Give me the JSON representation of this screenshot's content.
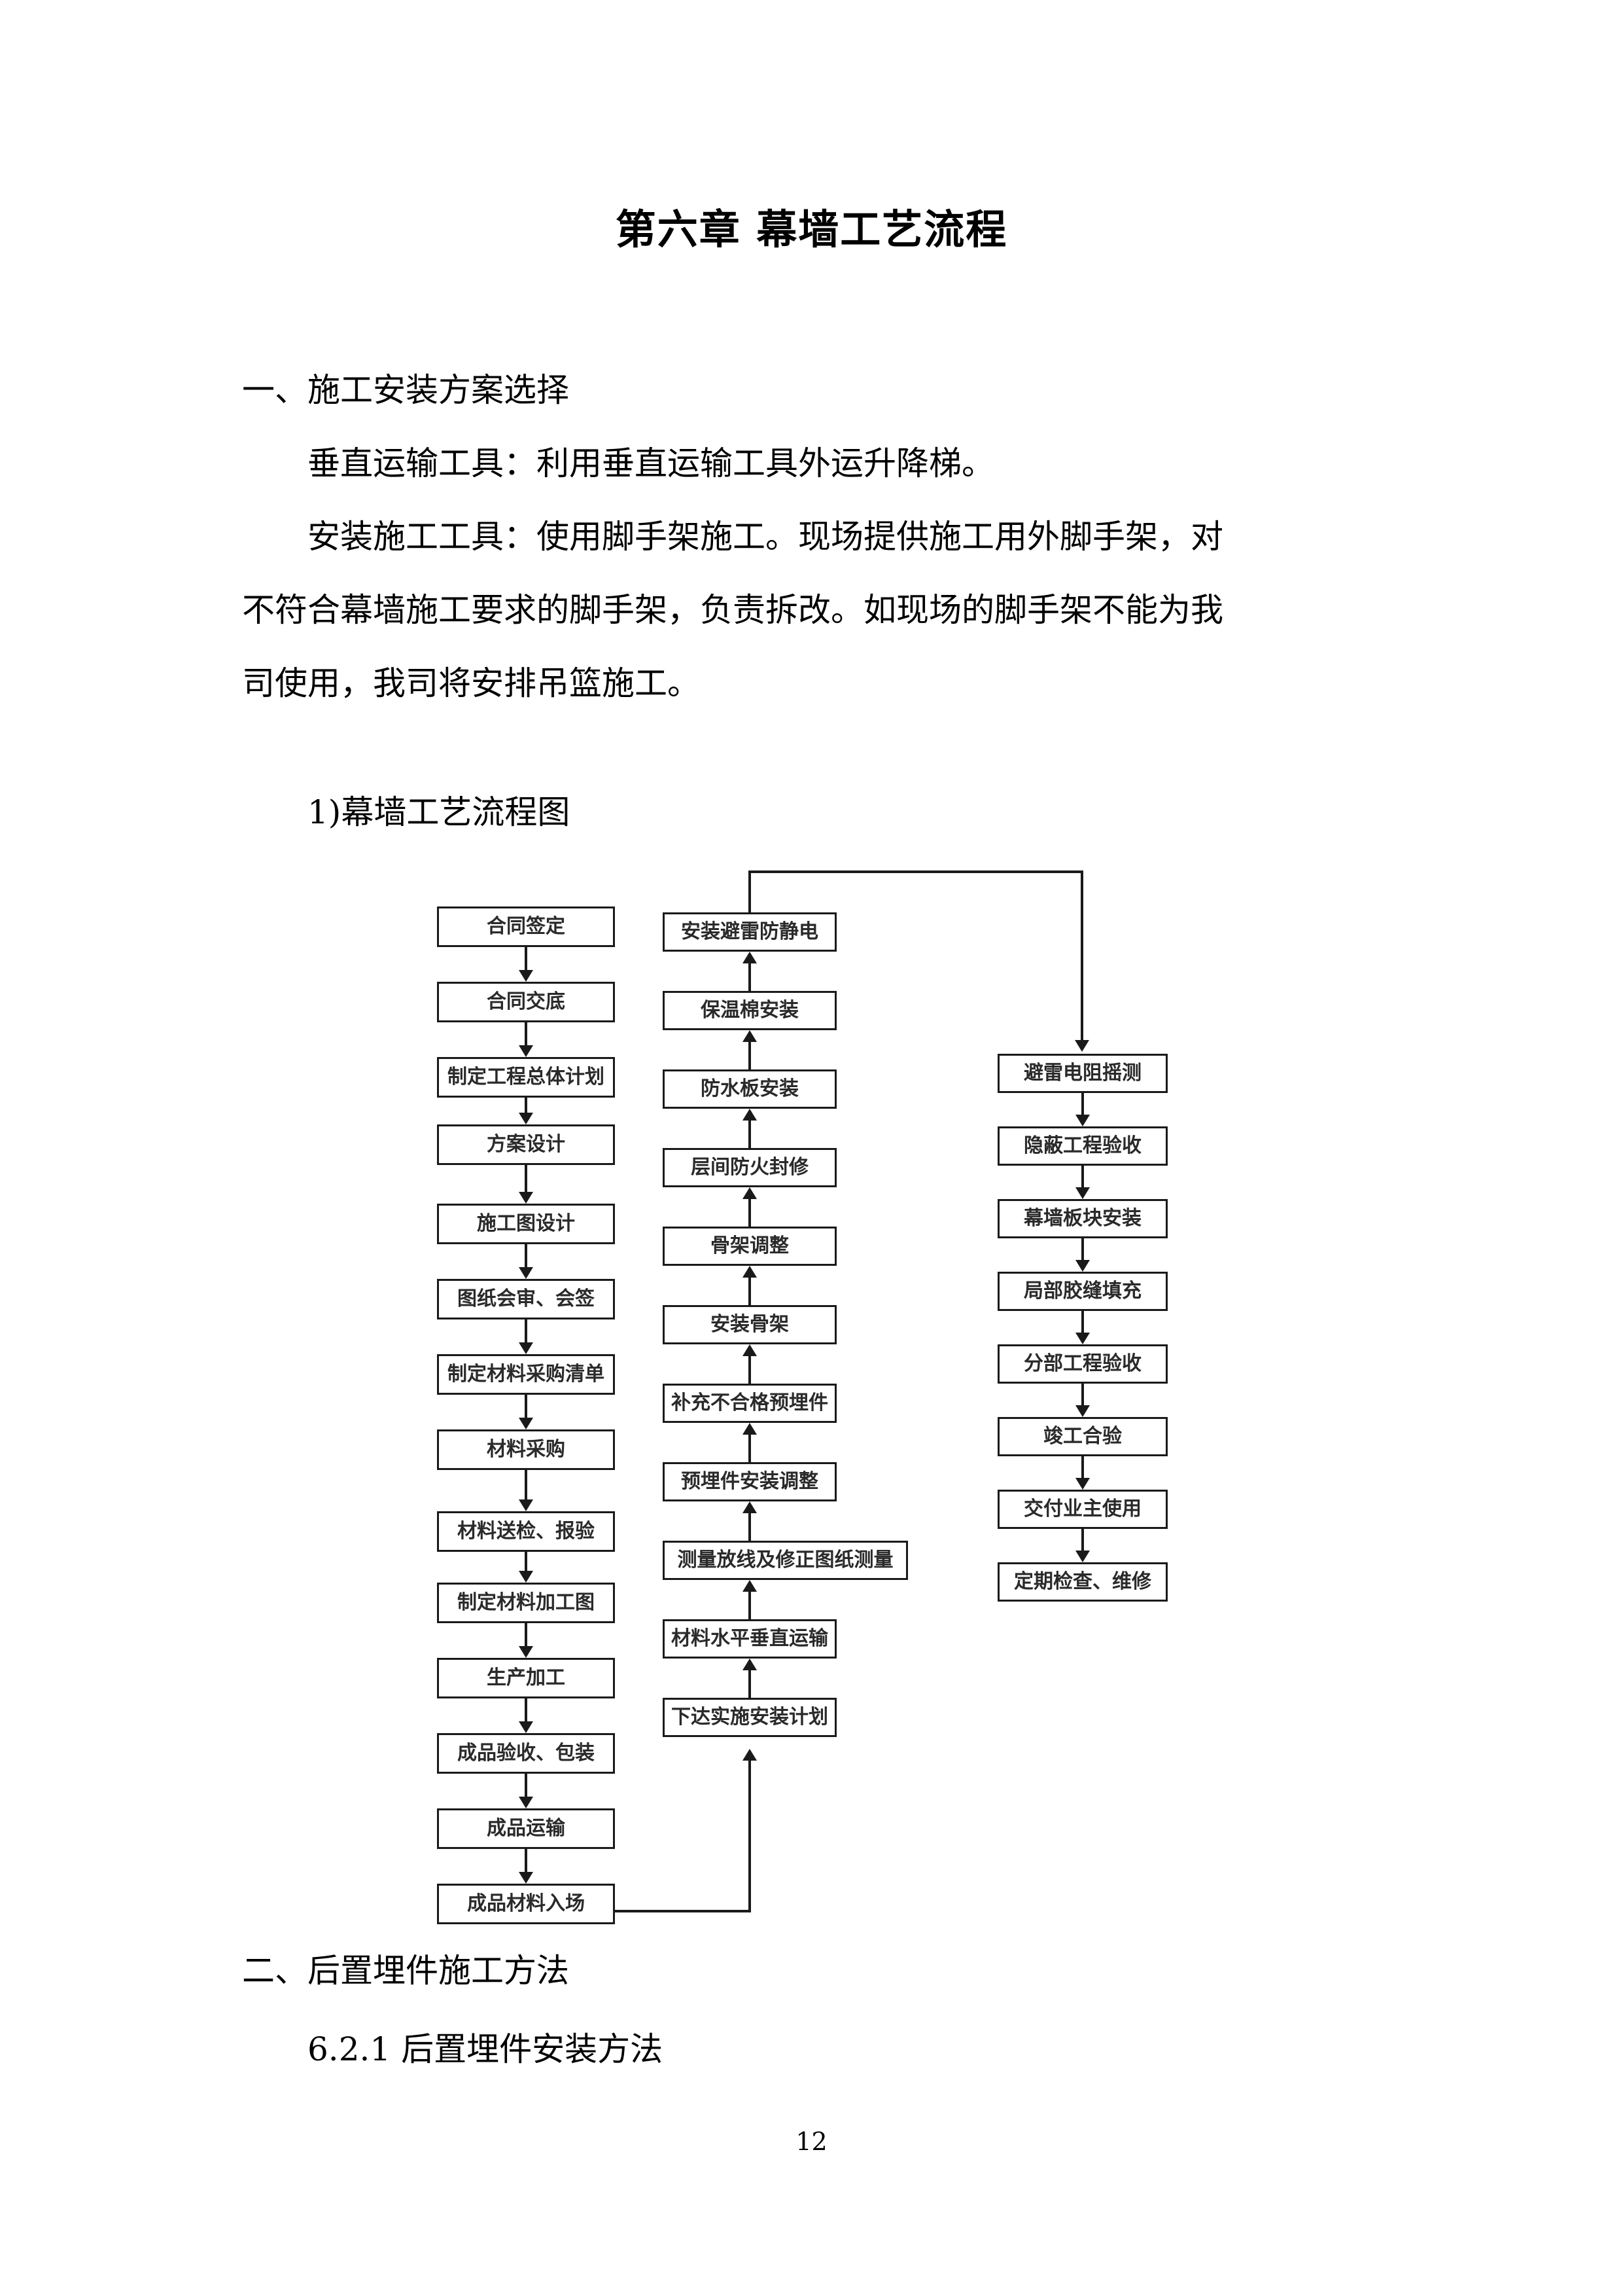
{
  "document": {
    "title": "第六章  幕墙工艺流程",
    "page_number": "12"
  },
  "sections": {
    "s1_heading": "一、施工安装方案选择",
    "s1_p1": "垂直运输工具：利用垂直运输工具外运升降梯。",
    "s1_p2_l1": "安装施工工具：使用脚手架施工。现场提供施工用外脚手架，对",
    "s1_p2_l2": "不符合幕墙施工要求的脚手架，负责拆改。如现场的脚手架不能为我",
    "s1_p2_l3": "司使用，我司将安排吊篮施工。",
    "s1_figure_caption": "1)幕墙工艺流程图",
    "s2_heading": "二、后置埋件施工方法",
    "s2_sub": "6.2.1 后置埋件安装方法"
  },
  "chart_data": {
    "type": "diagram",
    "title": "幕墙工艺流程图",
    "columns": [
      {
        "name": "left-column",
        "direction": "downward",
        "nodes": [
          "合同签定",
          "合同交底",
          "制定工程总体计划",
          "方案设计",
          "施工图设计",
          "图纸会审、会签",
          "制定材料采购清单",
          "材料采购",
          "材料送检、报验",
          "制定材料加工图",
          "生产加工",
          "成品验收、包装",
          "成品运输",
          "成品材料入场"
        ]
      },
      {
        "name": "middle-column",
        "direction": "upward",
        "nodes": [
          "安装避雷防静电",
          "保温棉安装",
          "防水板安装",
          "层间防火封修",
          "骨架调整",
          "安装骨架",
          "补充不合格预埋件",
          "预埋件安装调整",
          "测量放线及修正图纸测量",
          "材料水平垂直运输",
          "下达实施安装计划"
        ]
      },
      {
        "name": "right-column",
        "direction": "downward",
        "nodes": [
          "避雷电阻摇测",
          "隐蔽工程验收",
          "幕墙板块安装",
          "局部胶缝填充",
          "分部工程验收",
          "竣工合验",
          "交付业主使用",
          "定期检查、维修"
        ]
      }
    ],
    "cross_connections": [
      {
        "from": "成品材料入场",
        "to": "下达实施安装计划",
        "route": "right-then-up"
      },
      {
        "from": "安装避雷防静电",
        "to": "避雷电阻摇测",
        "route": "up-right-down"
      }
    ]
  }
}
